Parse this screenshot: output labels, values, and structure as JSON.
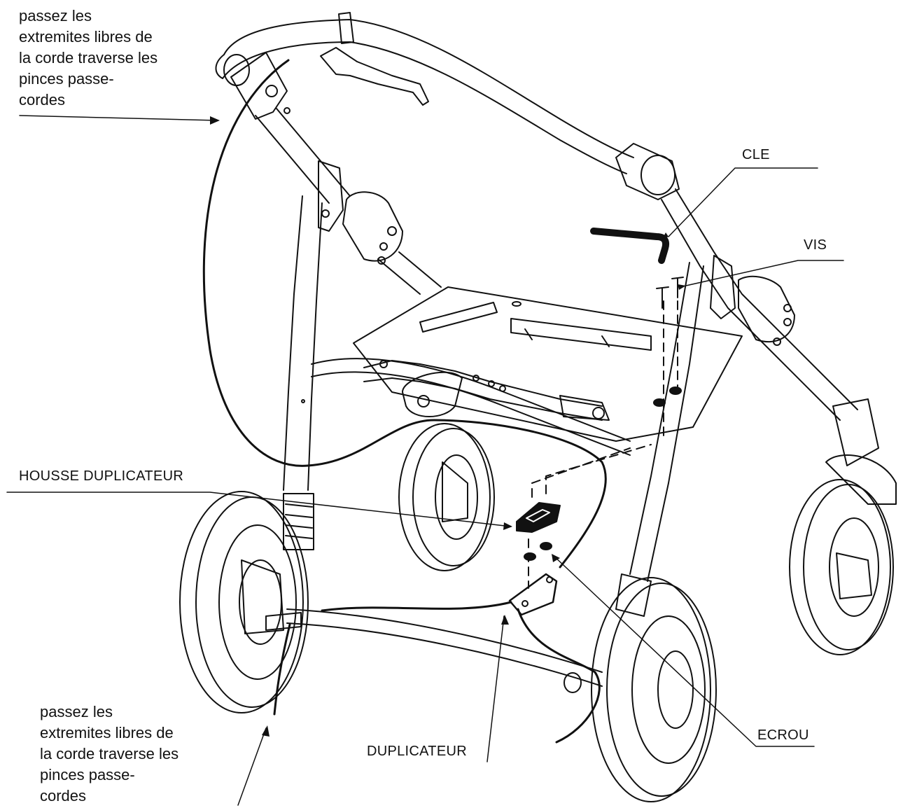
{
  "notes": {
    "top": [
      "passez les",
      "extremites libres de",
      "la corde traverse les",
      "pinces passe-",
      "cordes"
    ],
    "bottom": [
      "passez les",
      "extremites libres de",
      "la corde traverse les",
      "pinces passe-",
      "cordes"
    ]
  },
  "labels": {
    "cle": "CLE",
    "vis": "VIS",
    "housse_duplicateur": "HOUSSE  DUPLICATEUR",
    "duplicateur": "DUPLICATEUR",
    "ecrou": "ECROU"
  },
  "colors": {
    "line": "#111111",
    "background": "#ffffff"
  }
}
